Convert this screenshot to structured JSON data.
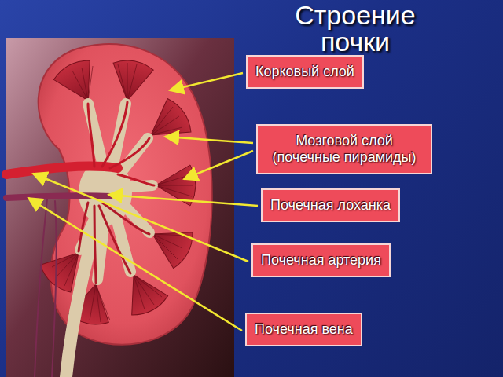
{
  "diagram": {
    "title": "Строение почки",
    "nodes": [
      {
        "text": [
          "Корковый слой"
        ]
      },
      {
        "text": [
          "Мозговой слой (почечные пирамиды)"
        ]
      },
      {
        "text": [
          "Почечная лоханка"
        ]
      },
      {
        "text": [
          "Почечная артерия"
        ]
      },
      {
        "text": [
          "Почечная вена"
        ]
      }
    ]
  }
}
